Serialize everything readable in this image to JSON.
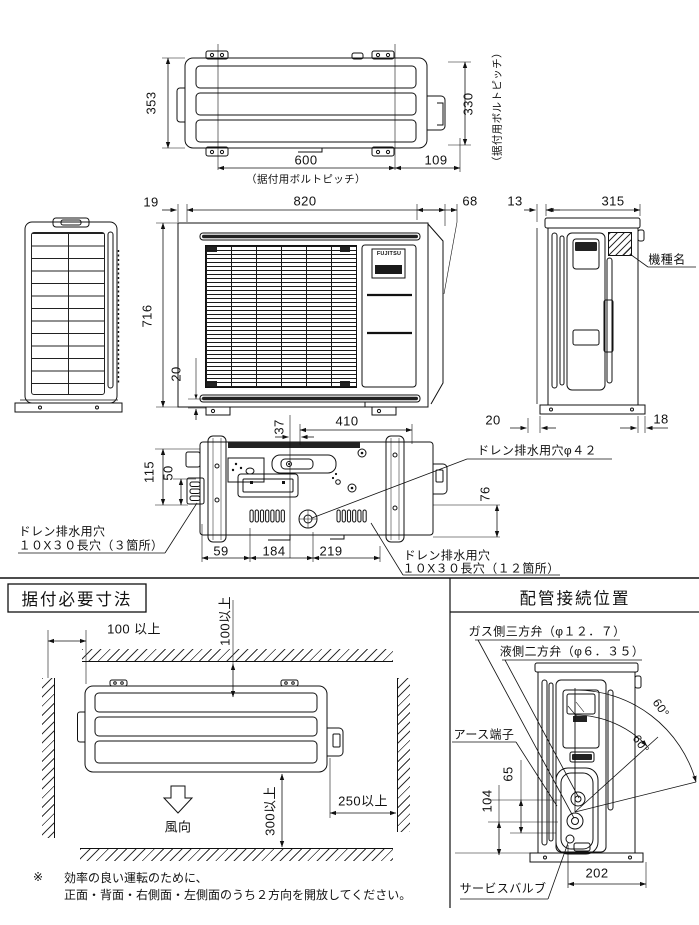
{
  "brand": {
    "logo": "FUJITSU"
  },
  "top_view": {
    "dim_depth_overall": "353",
    "dim_bolt_pitch_depth": "330",
    "bolt_pitch_note_vertical": "（据付用ボルトピッチ）",
    "dim_bolt_pitch_width": "600",
    "bolt_pitch_note": "（据付用ボルトピッチ）",
    "dim_right": "109"
  },
  "front_view": {
    "dim_19": "19",
    "dim_width": "820",
    "dim_68": "68",
    "dim_13": "13",
    "dim_depth": "315",
    "dim_height": "716",
    "dim_20": "20",
    "model_label": "機種名",
    "dim_base_20": "20",
    "dim_base_18": "18"
  },
  "bottom_view": {
    "dim_37": "37",
    "dim_410": "410",
    "dim_115": "115",
    "dim_50": "50",
    "dim_76": "76",
    "dim_59": "59",
    "dim_184": "184",
    "dim_219": "219",
    "label_drain_center": "ドレン排水用穴φ４２",
    "label_drain_left_1": "ドレン排水用穴",
    "label_drain_left_2": "１０X３０長穴（３箇所）",
    "label_drain_right_1": "ドレン排水用穴",
    "label_drain_right_2": "１０X３０長穴（１２箇所）"
  },
  "install_section": {
    "title": "据付必要寸法",
    "dim_left": "100 以上",
    "dim_top": "100以上",
    "dim_bottom": "300以上",
    "dim_right": "250以上",
    "wind_direction": "風向",
    "note_mark": "※",
    "note_line1": "効率の良い運転のために、",
    "note_line2": "正面・背面・右側面・左側面のうち２方向を開放してください。"
  },
  "piping_section": {
    "title": "配管接続位置",
    "label_gas_valve": "ガス側三方弁（φ１２．７）",
    "label_liquid_valve": "液側二方弁（φ６．３５）",
    "label_earth": "アース端子",
    "label_service_valve": "サービスバルブ",
    "angle_1": "60°",
    "angle_2": "60°",
    "dim_65": "65",
    "dim_104": "104",
    "dim_202": "202"
  }
}
